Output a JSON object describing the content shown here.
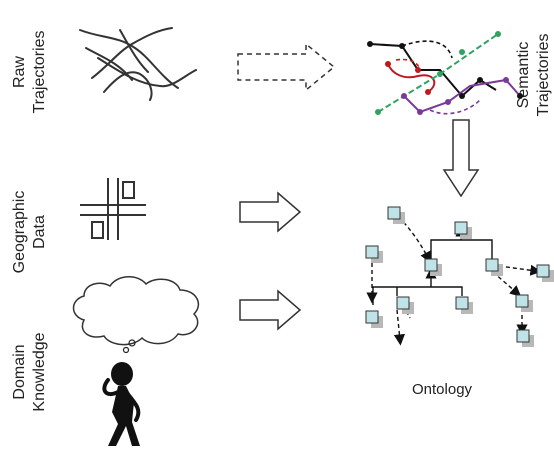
{
  "labels": {
    "raw_line1": "Raw",
    "raw_line2": "Trajectories",
    "semantic_line1": "Semantic",
    "semantic_line2": "Trajectories",
    "geo_line1": "Geographic",
    "geo_line2": "Data",
    "domain_line1": "Domain",
    "domain_line2": "Knowledge",
    "ontology": "Ontology"
  },
  "colors": {
    "node_fill": "#bfe3e6",
    "node_shadow": "#b8b8b8",
    "traj_red": "#c0181f",
    "traj_green": "#2fa35f",
    "traj_purple": "#7a3a9a",
    "traj_black": "#111111"
  }
}
